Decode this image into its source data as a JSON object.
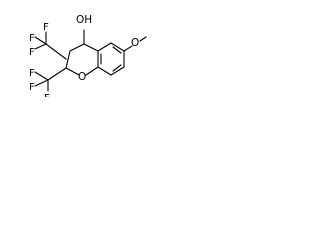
{
  "molecule": {
    "atom_labels": {
      "hydroxyl": "OH",
      "ring_oxygen": "O",
      "methoxy_oxygen": "O",
      "cf3_upper": "F",
      "cf3_lower": "F"
    }
  }
}
